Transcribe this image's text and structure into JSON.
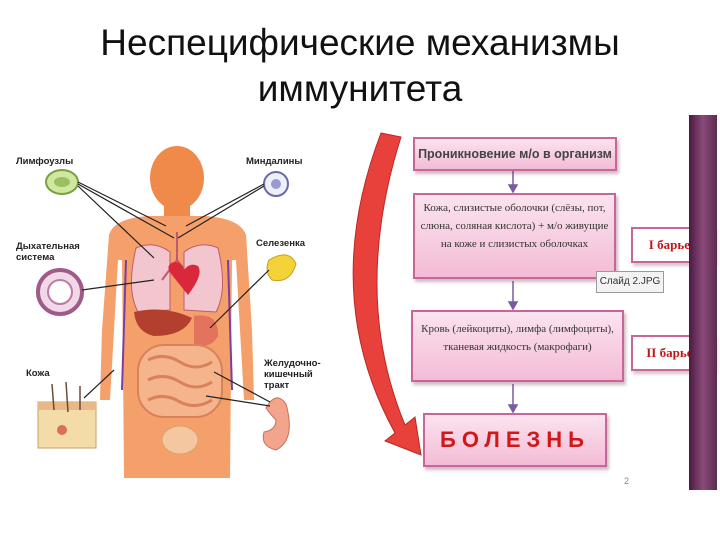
{
  "slide": {
    "title_line1": "Неспецифические механизмы",
    "title_line2": "иммунитета"
  },
  "anatomy": {
    "labels": {
      "lymph_nodes": "Лимфоузлы",
      "tonsils": "Миндалины",
      "respiratory": "Дыхательная\nсистема",
      "spleen": "Селезенка",
      "skin": "Кожа",
      "gi_tract": "Желудочно-\nкишечный\nтракт"
    }
  },
  "flow": {
    "header": "Проникновение м/о в организм",
    "skin_box": "Кожа, слизистые оболочки (слёзы, пот, слюна, соляная кислота) + м/о живущие на коже и слизистых оболочках",
    "blood_box": "Кровь (лейкоциты), лимфа (лимфоциты), тканевая жидкость (макрофаги)",
    "disease": "БОЛЕЗНЬ",
    "barrier_1": "I барьер",
    "barrier_2": "II барьер",
    "tooltip": "Слайд 2.JPG",
    "page_number": "2"
  },
  "colors": {
    "box_border": "#c8669a",
    "box_fill": "#f3bcd6",
    "disease_text": "#d01818",
    "big_arrow": "#e8403a",
    "deco_bar": "#6e3263"
  }
}
